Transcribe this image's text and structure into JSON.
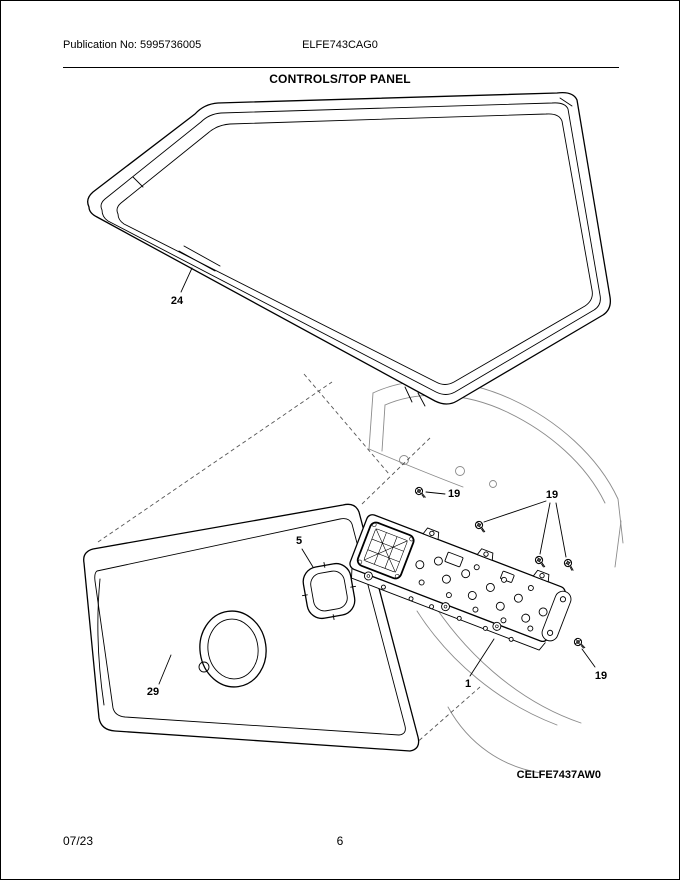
{
  "header": {
    "publication": "Publication No: 5995736005",
    "model": "ELFE743CAG0",
    "section_title": "CONTROLS/TOP PANEL"
  },
  "diagram": {
    "code": "CELFE7437AW0",
    "callouts": [
      {
        "label": "24",
        "part": "top-panel"
      },
      {
        "label": "19",
        "part": "screw-top"
      },
      {
        "label": "19",
        "part": "screws-right-group"
      },
      {
        "label": "5",
        "part": "control-panel-gasket"
      },
      {
        "label": "1",
        "part": "main-control-board"
      },
      {
        "label": "19",
        "part": "screw-bottom-right"
      },
      {
        "label": "29",
        "part": "control-panel-facia"
      }
    ]
  },
  "footer": {
    "date": "07/23",
    "page_number": "6"
  },
  "colors": {
    "line": "#000000",
    "reference_line": "#8b8b8b",
    "background": "#ffffff"
  }
}
